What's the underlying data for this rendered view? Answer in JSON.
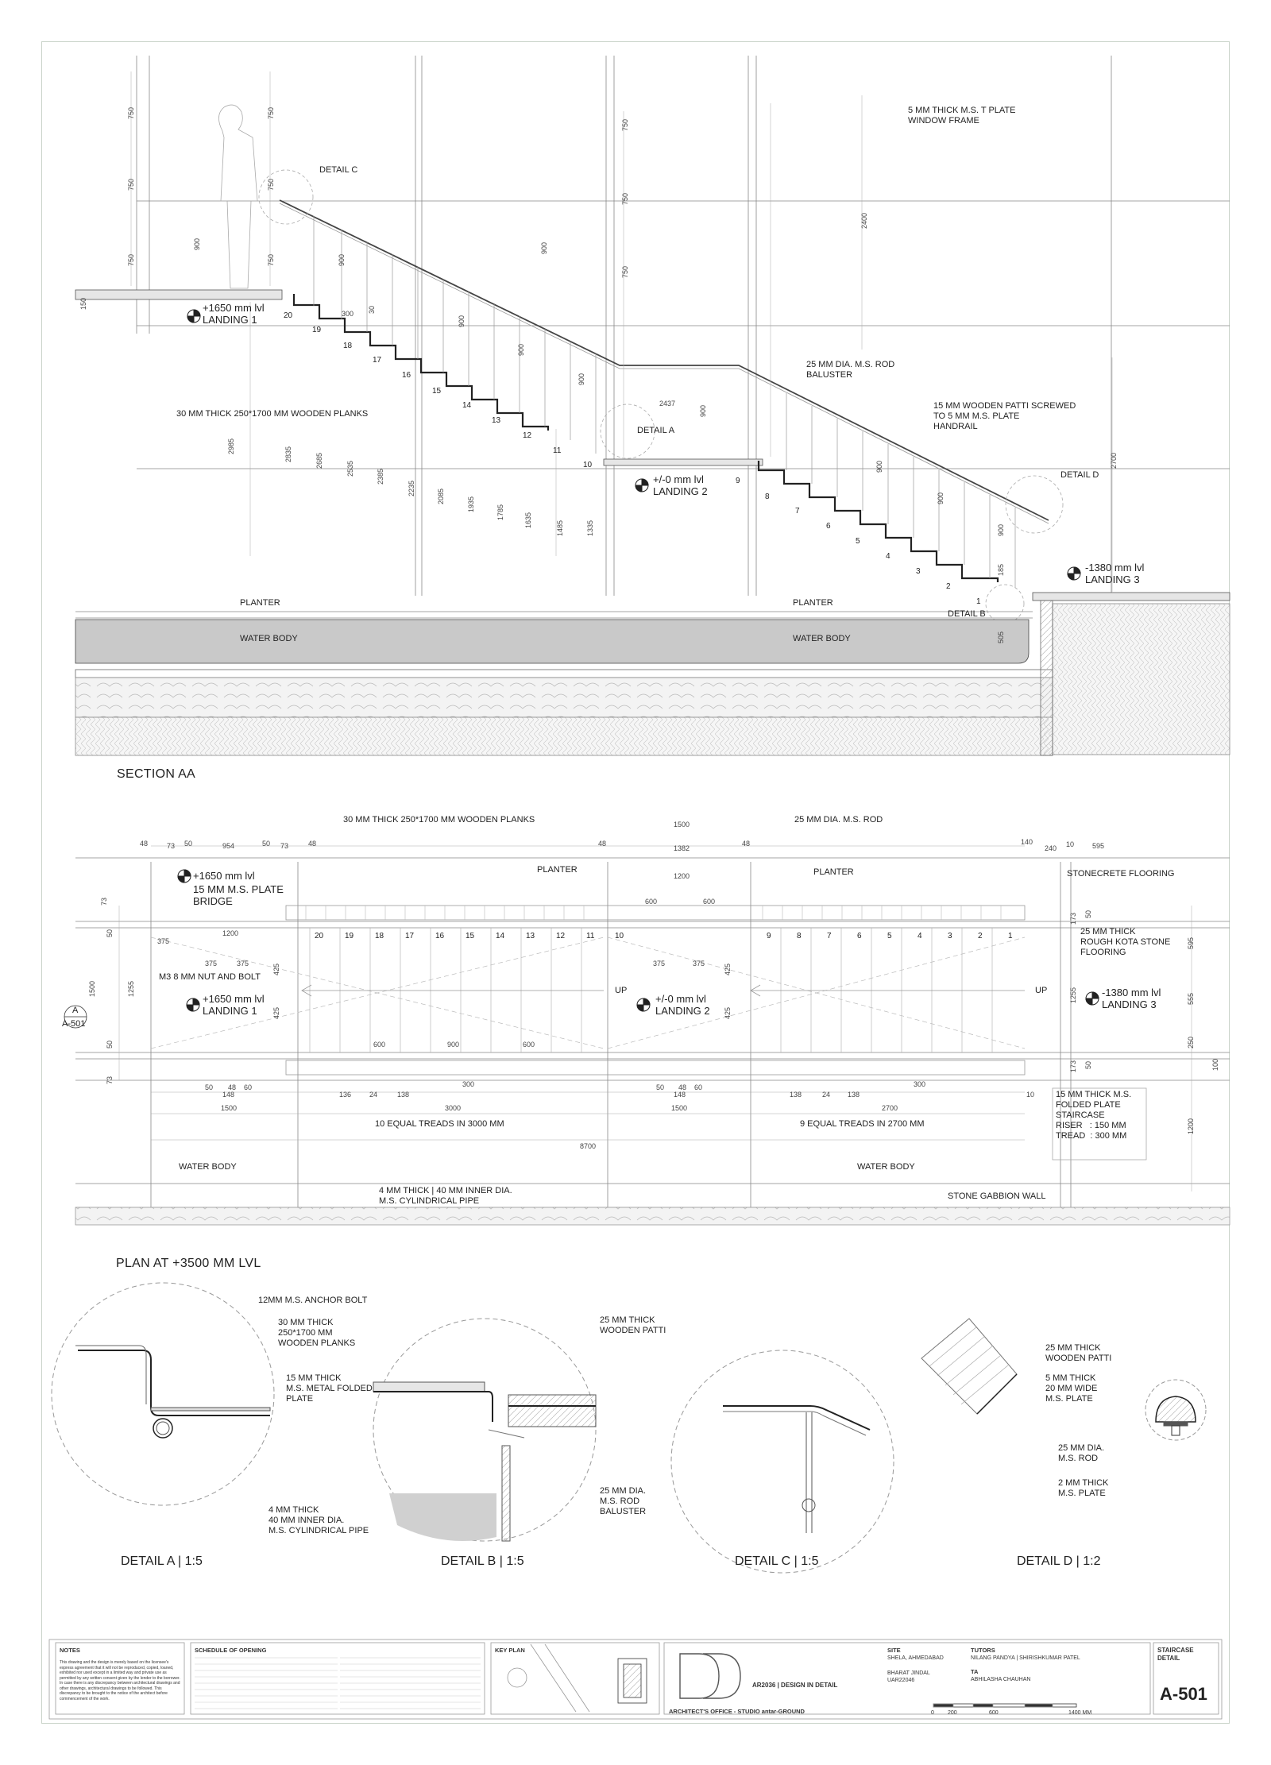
{
  "section": {
    "title": "SECTION AA",
    "annotations": {
      "detail_c": "DETAIL C",
      "detail_a": "DETAIL A",
      "detail_b": "DETAIL B",
      "detail_d": "DETAIL D",
      "window_frame": "5 MM THICK M.S. T PLATE\nWINDOW FRAME",
      "planks": "30 MM THICK  250*1700 MM WOODEN PLANKS",
      "baluster": "25 MM DIA. M.S. ROD\nBALUSTER",
      "handrail": "15 MM WOODEN PATTI SCREWED\nTO 5 MM M.S. PLATE\nHANDRAIL",
      "planter_1": "PLANTER",
      "planter_2": "PLANTER",
      "water_body_1": "WATER BODY",
      "water_body_2": "WATER BODY"
    },
    "levels": {
      "l1": "+1650 mm lvl\nLANDING 1",
      "l2": "+/-0 mm lvl\nLANDING 2",
      "l3": "-1380 mm lvl\nLANDING 3"
    },
    "dims": [
      "750",
      "750",
      "750",
      "750",
      "750",
      "750",
      "750",
      "750",
      "750",
      "900",
      "900",
      "900",
      "900",
      "900",
      "900",
      "900",
      "900",
      "900",
      "900",
      "2400",
      "2437",
      "2700",
      "2985",
      "2835",
      "2685",
      "2535",
      "2385",
      "2235",
      "2085",
      "1935",
      "1785",
      "1635",
      "1485",
      "1335",
      "150",
      "300",
      "30",
      "505",
      "185"
    ],
    "step_numbers": [
      "20",
      "19",
      "18",
      "17",
      "16",
      "15",
      "14",
      "13",
      "12",
      "11",
      "10",
      "9",
      "8",
      "7",
      "6",
      "5",
      "4",
      "3",
      "2",
      "1"
    ]
  },
  "plan": {
    "title": "PLAN AT +3500 MM LVL",
    "annotations": {
      "planks": "30 MM THICK  250*1700 MM WOODEN PLANKS",
      "rod": "25 MM DIA. M.S. ROD",
      "bridge": "15 MM M.S. PLATE\nBRIDGE",
      "nut": "M3 8 MM NUT AND BOLT",
      "stonecrete": "STONECRETE FLOORING",
      "kota": "25 MM THICK\nROUGH KOTA STONE\nFLOORING",
      "planter_1": "PLANTER",
      "planter_2": "PLANTER",
      "treads_1": "10 EQUAL TREADS IN 3000 MM",
      "treads_2": "9 EQUAL TREADS IN 2700 MM",
      "pipe": "4 MM THICK | 40 MM INNER DIA.\nM.S. CYLINDRICAL PIPE",
      "water_body_1": "WATER BODY",
      "water_body_2": "WATER BODY",
      "gabion": "STONE GABBION WALL",
      "folded": "15 MM THICK M.S.\nFOLDED PLATE\nSTAIRCASE\nRISER   : 150 MM\nTREAD  : 300 MM",
      "up_1": "UP",
      "up_2": "UP",
      "section_mark": "A",
      "section_ref": "A-501"
    },
    "levels": {
      "l1_top": "+1650 mm lvl",
      "l1": "+1650 mm lvl\nLANDING 1",
      "l2": "+/-0 mm lvl\nLANDING 2",
      "l3": "-1380 mm lvl\nLANDING 3"
    },
    "dims": {
      "top": [
        "48",
        "73",
        "50",
        "954",
        "50",
        "73",
        "48",
        "48",
        "1500",
        "1382",
        "48",
        "1200",
        "600",
        "600",
        "140",
        "240",
        "10",
        "595"
      ],
      "bottom": [
        "50",
        "48",
        "60",
        "148",
        "136",
        "24",
        "138",
        "300",
        "50",
        "48",
        "60",
        "148",
        "138",
        "24",
        "138",
        "300",
        "10",
        "1500",
        "3000",
        "1500",
        "2700",
        "8700"
      ],
      "side": [
        "73",
        "50",
        "1500",
        "1255",
        "50",
        "73",
        "375",
        "1200",
        "375",
        "375",
        "425",
        "425",
        "375",
        "375",
        "425",
        "425",
        "600",
        "900",
        "600",
        "173",
        "50",
        "595",
        "555",
        "1255",
        "250",
        "173",
        "50",
        "100",
        "1200"
      ]
    },
    "tread_numbers": [
      "20",
      "19",
      "18",
      "17",
      "16",
      "15",
      "14",
      "13",
      "12",
      "11",
      "10",
      "9",
      "8",
      "7",
      "6",
      "5",
      "4",
      "3",
      "2",
      "1"
    ]
  },
  "details": {
    "a": {
      "title": "DETAIL A | 1:5",
      "notes": [
        "12MM M.S. ANCHOR BOLT",
        "30 MM THICK\n250*1700 MM\nWOODEN PLANKS",
        "15 MM THICK\nM.S. METAL FOLDED\nPLATE",
        "4 MM THICK\n40 MM INNER DIA.\nM.S. CYLINDRICAL PIPE"
      ]
    },
    "b": {
      "title": "DETAIL B | 1:5"
    },
    "c": {
      "title": "DETAIL C | 1:5",
      "notes": [
        "25 MM THICK\nWOODEN PATTI",
        "25 MM DIA.\nM.S. ROD\nBALUSTER"
      ]
    },
    "d": {
      "title": "DETAIL D | 1:2",
      "notes": [
        "25 MM THICK\nWOODEN PATTI",
        "5 MM THICK\n20 MM WIDE\nM.S. PLATE",
        "25 MM DIA.\nM.S. ROD",
        "2 MM THICK\nM.S. PLATE"
      ]
    }
  },
  "titleblock": {
    "notes_h": "NOTES",
    "notes_body": "This drawing and the design is merely based on the licensee's express agreement that it will not be reproduced, copied, loaned, exhibited nor used except in a limited way and private use as permitted by any written consent given by the lender to the borrower. In case there is any discrepancy between architectural drawings and other drawings, architectural drawings to be followed. This discrepancy to be brought to the notice of the architect before commencement of the work.",
    "schedule_h": "SCHEDULE OF OPENING",
    "keyplan_h": "KEY PLAN",
    "course": "AR2036 | DESIGN IN DETAIL",
    "office": "ARCHITECT'S OFFICE - STUDIO antar-GROUND",
    "site_h": "SITE",
    "site": "SHELA, AHMEDABAD",
    "student": "BHARAT JINDAL\nUAR22046",
    "tutors_h": "TUTORS",
    "tutors": "NILANG PANDYA | SHIRISHKUMAR PATEL",
    "ta_h": "TA",
    "ta": "ABHILASHA CHAUHAN",
    "scale": [
      "0",
      "200",
      "600",
      "1400 MM"
    ],
    "sheet_title": "STAIRCASE\nDETAIL",
    "sheet_no": "A-501"
  }
}
